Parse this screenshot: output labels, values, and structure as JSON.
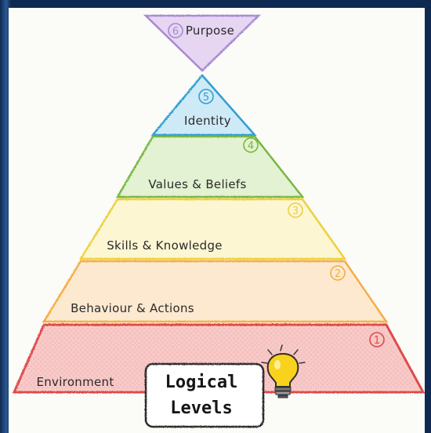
{
  "levels": [
    {
      "number": "6",
      "label": "Purpose",
      "fill": "#e6d6f2",
      "stroke": "#a88ad0"
    },
    {
      "number": "5",
      "label": "Identity",
      "fill": "#cfeaf7",
      "stroke": "#2f9fd4"
    },
    {
      "number": "4",
      "label": "Values & Beliefs",
      "fill": "#e2f2d2",
      "stroke": "#79b642"
    },
    {
      "number": "3",
      "label": "Skills & Knowledge",
      "fill": "#fdf6d2",
      "stroke": "#ecd13c"
    },
    {
      "number": "2",
      "label": "Behaviour & Actions",
      "fill": "#fde9cf",
      "stroke": "#f4ad45"
    },
    {
      "number": "1",
      "label": "Environment",
      "fill": "#f7c9c7",
      "stroke": "#de4b4b"
    }
  ],
  "logo": {
    "line1": "Logical",
    "line2": "Levels",
    "icon": "lightbulb-icon"
  }
}
